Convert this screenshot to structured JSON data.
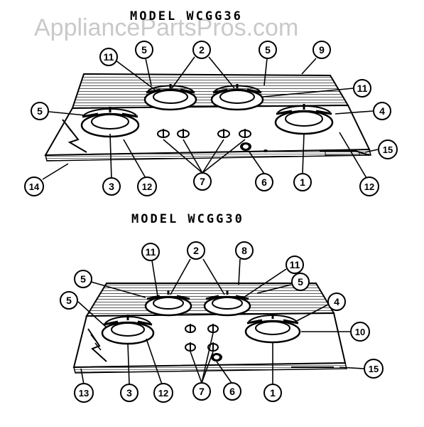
{
  "watermark": "AppliancePartsPros.com",
  "diagrams": [
    {
      "title": "MODEL WCGG36",
      "callouts": [
        "11",
        "5",
        "2",
        "5",
        "9",
        "11",
        "5",
        "4",
        "15",
        "14",
        "3",
        "12",
        "7",
        "6",
        "1",
        "12"
      ]
    },
    {
      "title": "MODEL WCGG30",
      "callouts": [
        "11",
        "2",
        "8",
        "11",
        "5",
        "5",
        "5",
        "4",
        "10",
        "15",
        "13",
        "3",
        "12",
        "7",
        "6",
        "1"
      ]
    }
  ],
  "colors": {
    "ink": "#000000",
    "watermark": "#c9c9c9",
    "background": "#ffffff"
  }
}
